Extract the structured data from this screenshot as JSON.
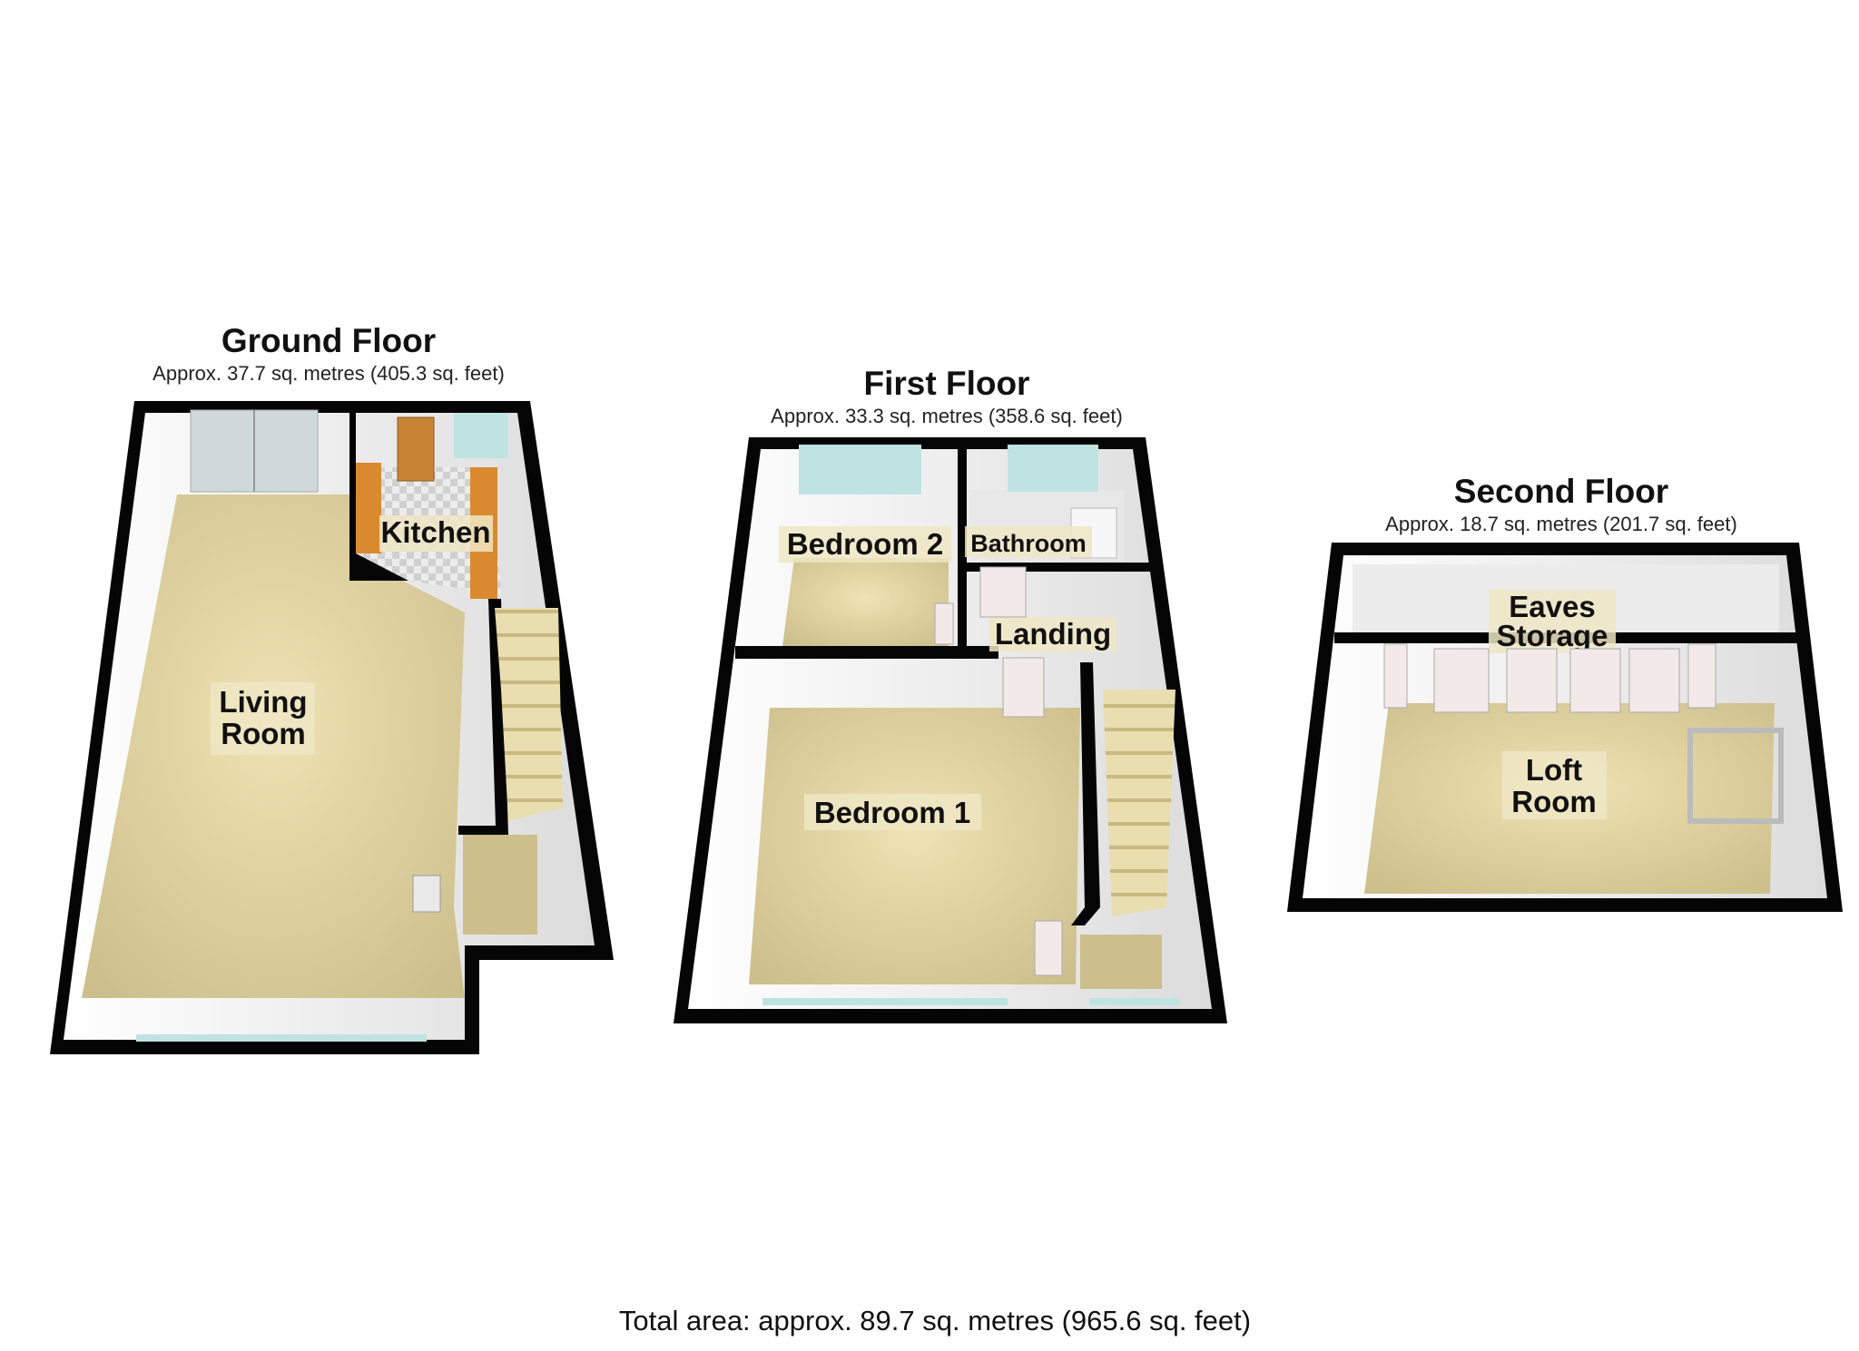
{
  "floors": [
    {
      "title": "Ground Floor",
      "area": "Approx. 37.7 sq. metres (405.3 sq. feet)",
      "rooms": [
        {
          "line1": "Living",
          "line2": "Room"
        },
        {
          "line1": "Kitchen"
        }
      ]
    },
    {
      "title": "First Floor",
      "area": "Approx. 33.3 sq. metres (358.6 sq. feet)",
      "rooms": [
        {
          "line1": "Bedroom 2"
        },
        {
          "line1": "Bathroom"
        },
        {
          "line1": "Landing"
        },
        {
          "line1": "Bedroom 1"
        }
      ]
    },
    {
      "title": "Second Floor",
      "area": "Approx. 18.7 sq. metres (201.7 sq. feet)",
      "rooms": [
        {
          "line1": "Eaves",
          "line2": "Storage"
        },
        {
          "line1": "Loft",
          "line2": "Room"
        }
      ]
    }
  ],
  "total_area": "Total area: approx. 89.7 sq. metres (965.6 sq. feet)",
  "colors": {
    "wall": "#050505",
    "floor": "#d9cd9d",
    "inner_wall": "#f4f4f4",
    "kitchen_floor": "#e6e6e6",
    "worktop": "#d98a2f",
    "window": "#bfe3e3",
    "stairs": "#e7dcae"
  }
}
